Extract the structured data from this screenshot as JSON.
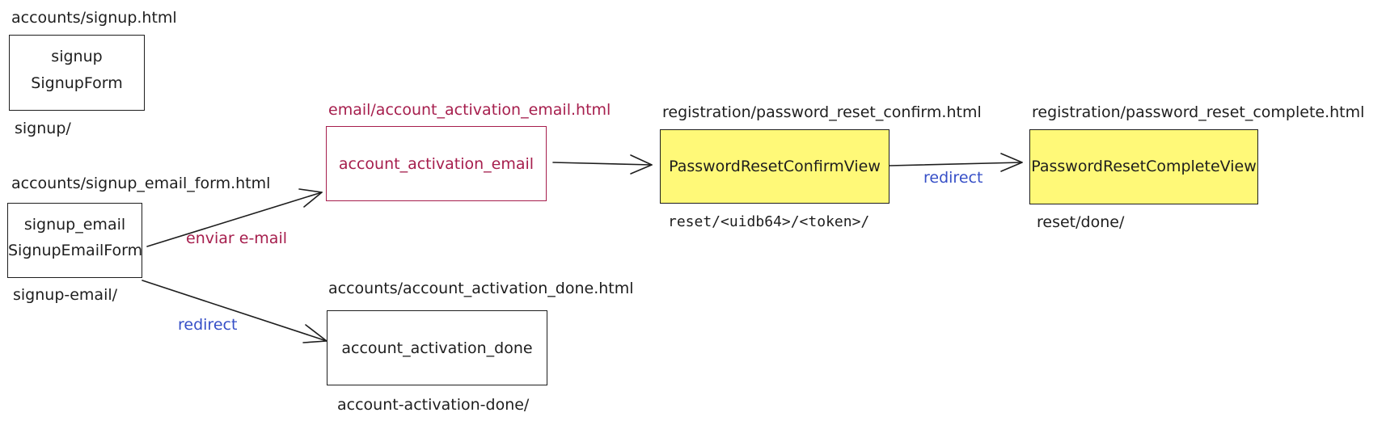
{
  "colors": {
    "stroke": "#1e1e1e",
    "red": "#a61e4d",
    "blue": "#364fc7",
    "yellow": "#fff978"
  },
  "nodes": {
    "signup": {
      "template": "accounts/signup.html",
      "view": "signup",
      "form": "SignupForm",
      "url": "signup/"
    },
    "signup_email": {
      "template": "accounts/signup_email_form.html",
      "view": "signup_email",
      "form": "SignupEmailForm",
      "url": "signup-email/"
    },
    "activation_email": {
      "template": "email/account_activation_email.html",
      "view": "account_activation_email"
    },
    "activation_done": {
      "template": "accounts/account_activation_done.html",
      "view": "account_activation_done",
      "url": "account-activation-done/"
    },
    "reset_confirm": {
      "template": "registration/password_reset_confirm.html",
      "view": "PasswordResetConfirmView",
      "url": "reset/<uidb64>/<token>/"
    },
    "reset_complete": {
      "template": "registration/password_reset_complete.html",
      "view": "PasswordResetCompleteView",
      "url": "reset/done/"
    }
  },
  "edges": {
    "send_email_label": "enviar e-mail",
    "redirect_label": "redirect",
    "redirect_label_2": "redirect"
  }
}
